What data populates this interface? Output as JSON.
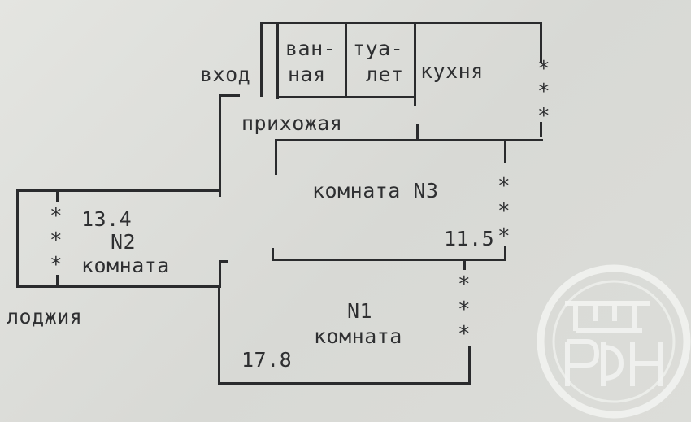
{
  "colors": {
    "paper": "#dedfdb",
    "ink": "#2a2b2d",
    "stamp": "#f1f2f0"
  },
  "labels": {
    "entrance": "вход",
    "bathroom_line1": "ван-",
    "bathroom_line2": "ная",
    "toilet_line1": "туа-",
    "toilet_line2": "лет",
    "kitchen": "кухня",
    "hallway": "прихожая",
    "room3": "комната N3",
    "room3_area": "11.5",
    "room2_area": "13.4",
    "room2_number": "N2",
    "room2_name": "комната",
    "room1_number": "N1",
    "room1_name": "комната",
    "room1_area": "17.8",
    "loggia": "лоджия"
  },
  "icons": {
    "window_mark": "asterisk",
    "stamp": "circular-stamp"
  }
}
